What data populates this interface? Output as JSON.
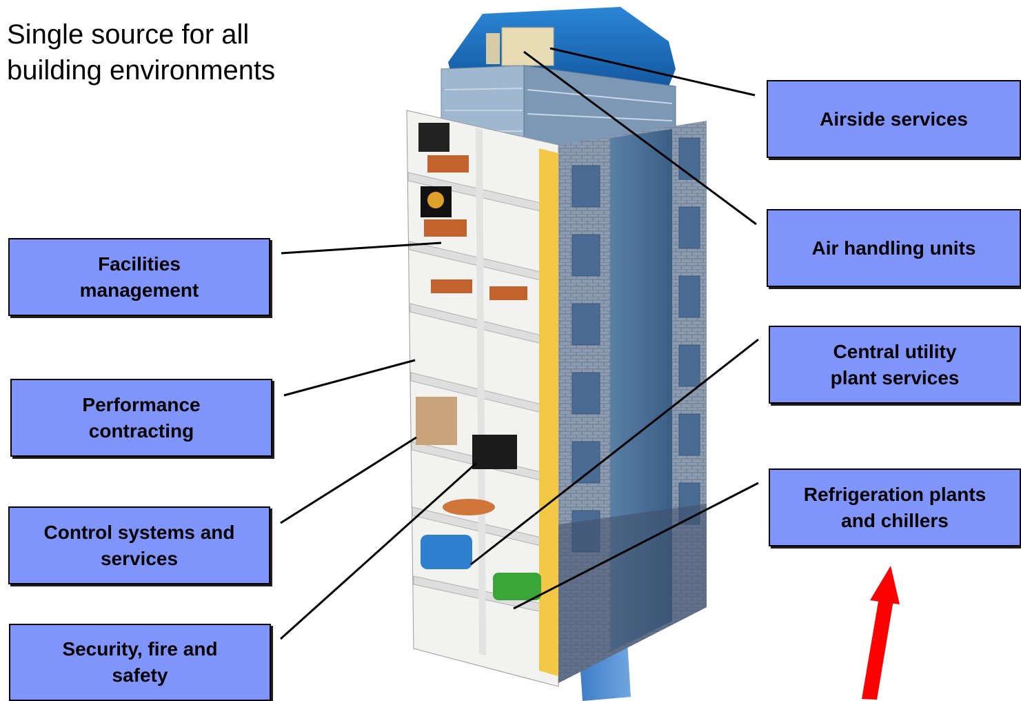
{
  "title": "Single source for all\nbuilding environments",
  "labels": {
    "airside": "Airside services",
    "air_handling": "Air handling units",
    "central_utility": "Central utility\nplant services",
    "refrigeration": "Refrigeration plants\nand chillers",
    "facilities": "Facilities\nmanagement",
    "performance": "Performance\ncontracting",
    "control": "Control systems and\nservices",
    "security": "Security, fire and\nsafety"
  },
  "colors": {
    "label_fill": "#7f95fb",
    "arrow": "#ff0000",
    "roof": "#1a6fc0"
  }
}
